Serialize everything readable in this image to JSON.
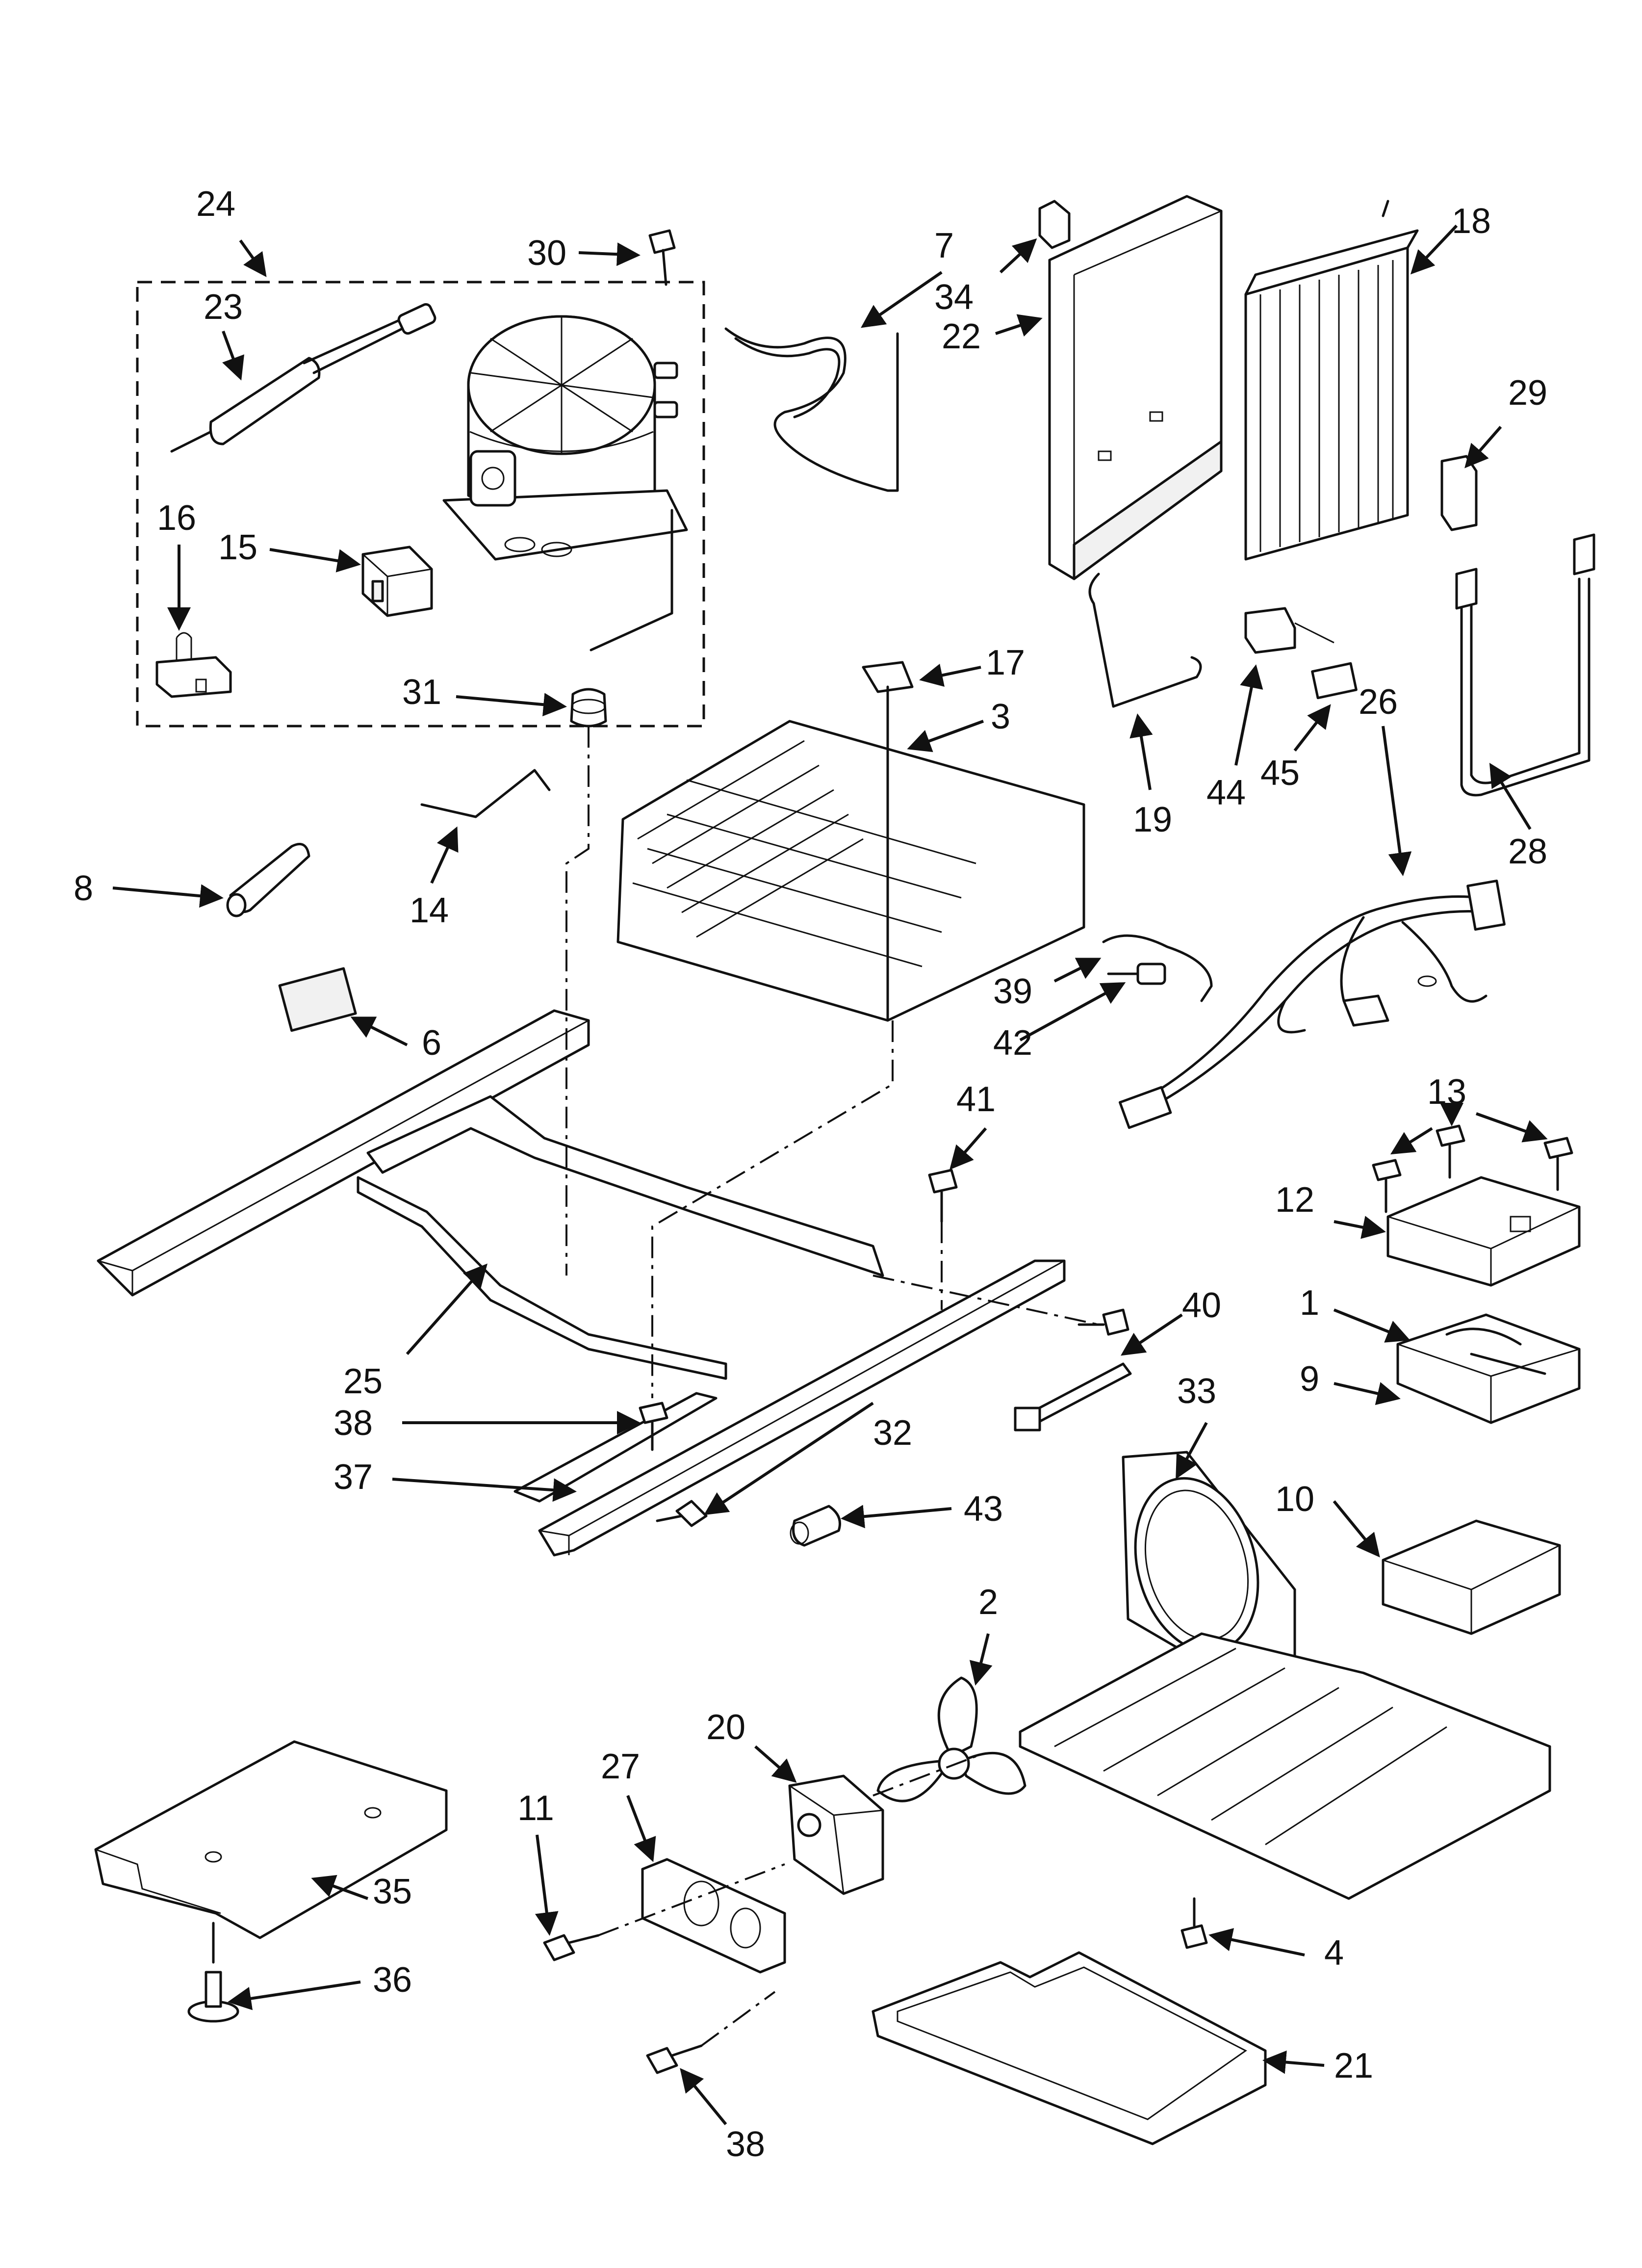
{
  "callouts": {
    "c24": "24",
    "c23": "23",
    "c30": "30",
    "c7": "7",
    "c34": "34",
    "c22": "22",
    "c18": "18",
    "c29": "29",
    "c16": "16",
    "c15": "15",
    "c31": "31",
    "c17": "17",
    "c3": "3",
    "c19": "19",
    "c44": "44",
    "c45": "45",
    "c26": "26",
    "c28": "28",
    "c8": "8",
    "c14": "14",
    "c6": "6",
    "c39": "39",
    "c42": "42",
    "c41": "41",
    "c13": "13",
    "c12": "12",
    "c1": "1",
    "c9": "9",
    "c40": "40",
    "c25": "25",
    "c38a": "38",
    "c37": "37",
    "c32": "32",
    "c33": "33",
    "c43": "43",
    "c10": "10",
    "c2": "2",
    "c20": "20",
    "c27": "27",
    "c11": "11",
    "c35": "35",
    "c36": "36",
    "c4": "4",
    "c21": "21",
    "c38b": "38"
  },
  "icons": [
    "screw-icon",
    "wire-harness-icon",
    "fan-blade-icon",
    "compressor-icon"
  ]
}
